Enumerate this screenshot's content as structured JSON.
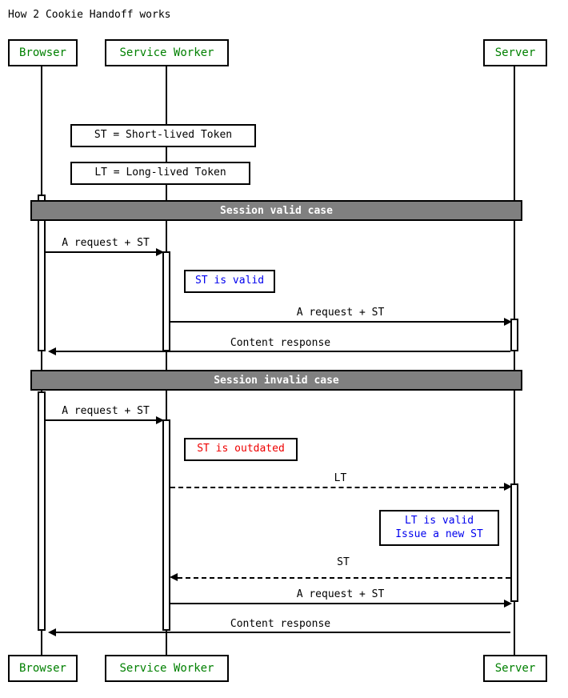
{
  "diagram": {
    "type": "sequence-diagram",
    "title": "How 2 Cookie Handoff works",
    "participants": [
      {
        "id": "browser",
        "label": "Browser"
      },
      {
        "id": "service_worker",
        "label": "Service Worker"
      },
      {
        "id": "server",
        "label": "Server"
      }
    ],
    "legend_notes": [
      {
        "id": "note-st",
        "text": "ST = Short-lived Token",
        "color": "#000000"
      },
      {
        "id": "note-lt",
        "text": "LT = Long-lived Token",
        "color": "#000000"
      }
    ],
    "sections": [
      {
        "id": "section-valid",
        "label": "Session valid case"
      },
      {
        "id": "section-invalid",
        "label": "Session invalid case"
      }
    ],
    "messages": [
      {
        "id": "msg-1",
        "label": "A request + ST",
        "from": "browser",
        "to": "service_worker",
        "style": "solid",
        "direction": "right"
      },
      {
        "id": "msg-2",
        "label": "A request + ST",
        "from": "service_worker",
        "to": "server",
        "style": "solid",
        "direction": "right"
      },
      {
        "id": "msg-3",
        "label": "Content response",
        "from": "server",
        "to": "browser",
        "style": "solid",
        "direction": "left"
      },
      {
        "id": "msg-4",
        "label": "A request + ST",
        "from": "browser",
        "to": "service_worker",
        "style": "solid",
        "direction": "right"
      },
      {
        "id": "msg-5",
        "label": "LT",
        "from": "service_worker",
        "to": "server",
        "style": "dashed",
        "direction": "right"
      },
      {
        "id": "msg-6",
        "label": "ST",
        "from": "server",
        "to": "service_worker",
        "style": "dashed",
        "direction": "left"
      },
      {
        "id": "msg-7",
        "label": "A request + ST",
        "from": "service_worker",
        "to": "server",
        "style": "solid",
        "direction": "right"
      },
      {
        "id": "msg-8",
        "label": "Content response",
        "from": "server",
        "to": "browser",
        "style": "solid",
        "direction": "left"
      }
    ],
    "notes": [
      {
        "id": "note-st-valid",
        "lines": [
          "ST is valid"
        ],
        "color": "#0000ee",
        "over": "service_worker"
      },
      {
        "id": "note-st-outdated",
        "lines": [
          "ST is outdated"
        ],
        "color": "#ee0000",
        "over": "service_worker"
      },
      {
        "id": "note-lt-valid",
        "lines": [
          "LT is valid",
          "Issue a new ST"
        ],
        "color": "#0000ee",
        "over": "server"
      }
    ],
    "colors": {
      "participant_text": "#008000",
      "divider_fill": "#808080",
      "divider_text": "#ffffff",
      "line": "#000000",
      "note_valid": "#0000ee",
      "note_invalid": "#ee0000",
      "background": "#ffffff"
    }
  },
  "labels": {
    "title": "How 2 Cookie Handoff works",
    "browser": "Browser",
    "service_worker": "Service Worker",
    "server": "Server",
    "note_st": "ST = Short-lived Token",
    "note_lt": "LT = Long-lived Token",
    "section_valid": "Session valid case",
    "section_invalid": "Session invalid case",
    "a_request_st": "A request + ST",
    "content_response": "Content response",
    "st_is_valid": "ST is valid",
    "st_is_outdated": "ST is outdated",
    "lt_is_valid": "LT is valid",
    "issue_new_st": "Issue a new ST",
    "lt": "LT",
    "st": "ST"
  }
}
